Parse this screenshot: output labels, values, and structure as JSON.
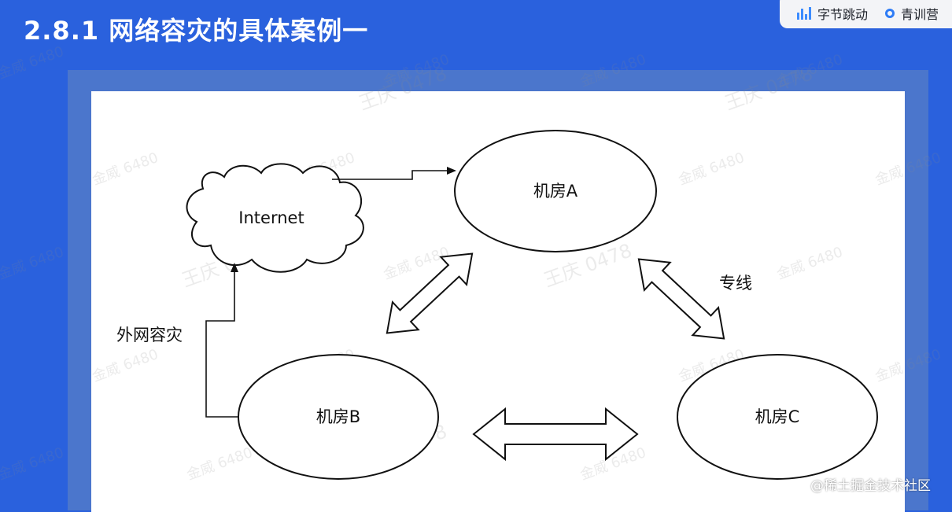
{
  "slide": {
    "title": "2.8.1 网络容灾的具体案例一"
  },
  "brand": {
    "company": "字节跳动",
    "program": "青训营"
  },
  "diagram": {
    "nodes": {
      "internet": "Internet",
      "room_a": "机房A",
      "room_b": "机房B",
      "room_c": "机房C"
    },
    "labels": {
      "external_dr": "外网容灾",
      "dedicated_line": "专线"
    }
  },
  "watermarks": [
    "金威 6480",
    "王庆 0478"
  ],
  "footer": {
    "credit": "@稀土掘金技术社区"
  },
  "colors": {
    "background": "#2a61dd",
    "frame": "#4b76cc",
    "canvas": "#ffffff",
    "ink": "#111111"
  }
}
